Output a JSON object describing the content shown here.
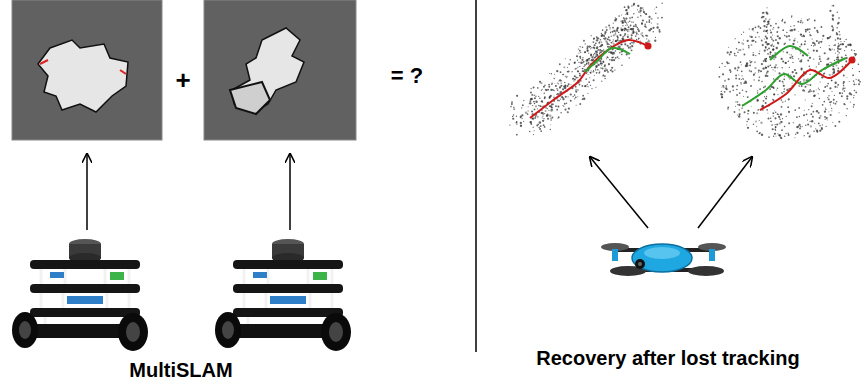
{
  "diagram": {
    "labels": [
      "+",
      "= ?",
      "MultiSLAM",
      "Recovery after lost tracking"
    ]
  }
}
